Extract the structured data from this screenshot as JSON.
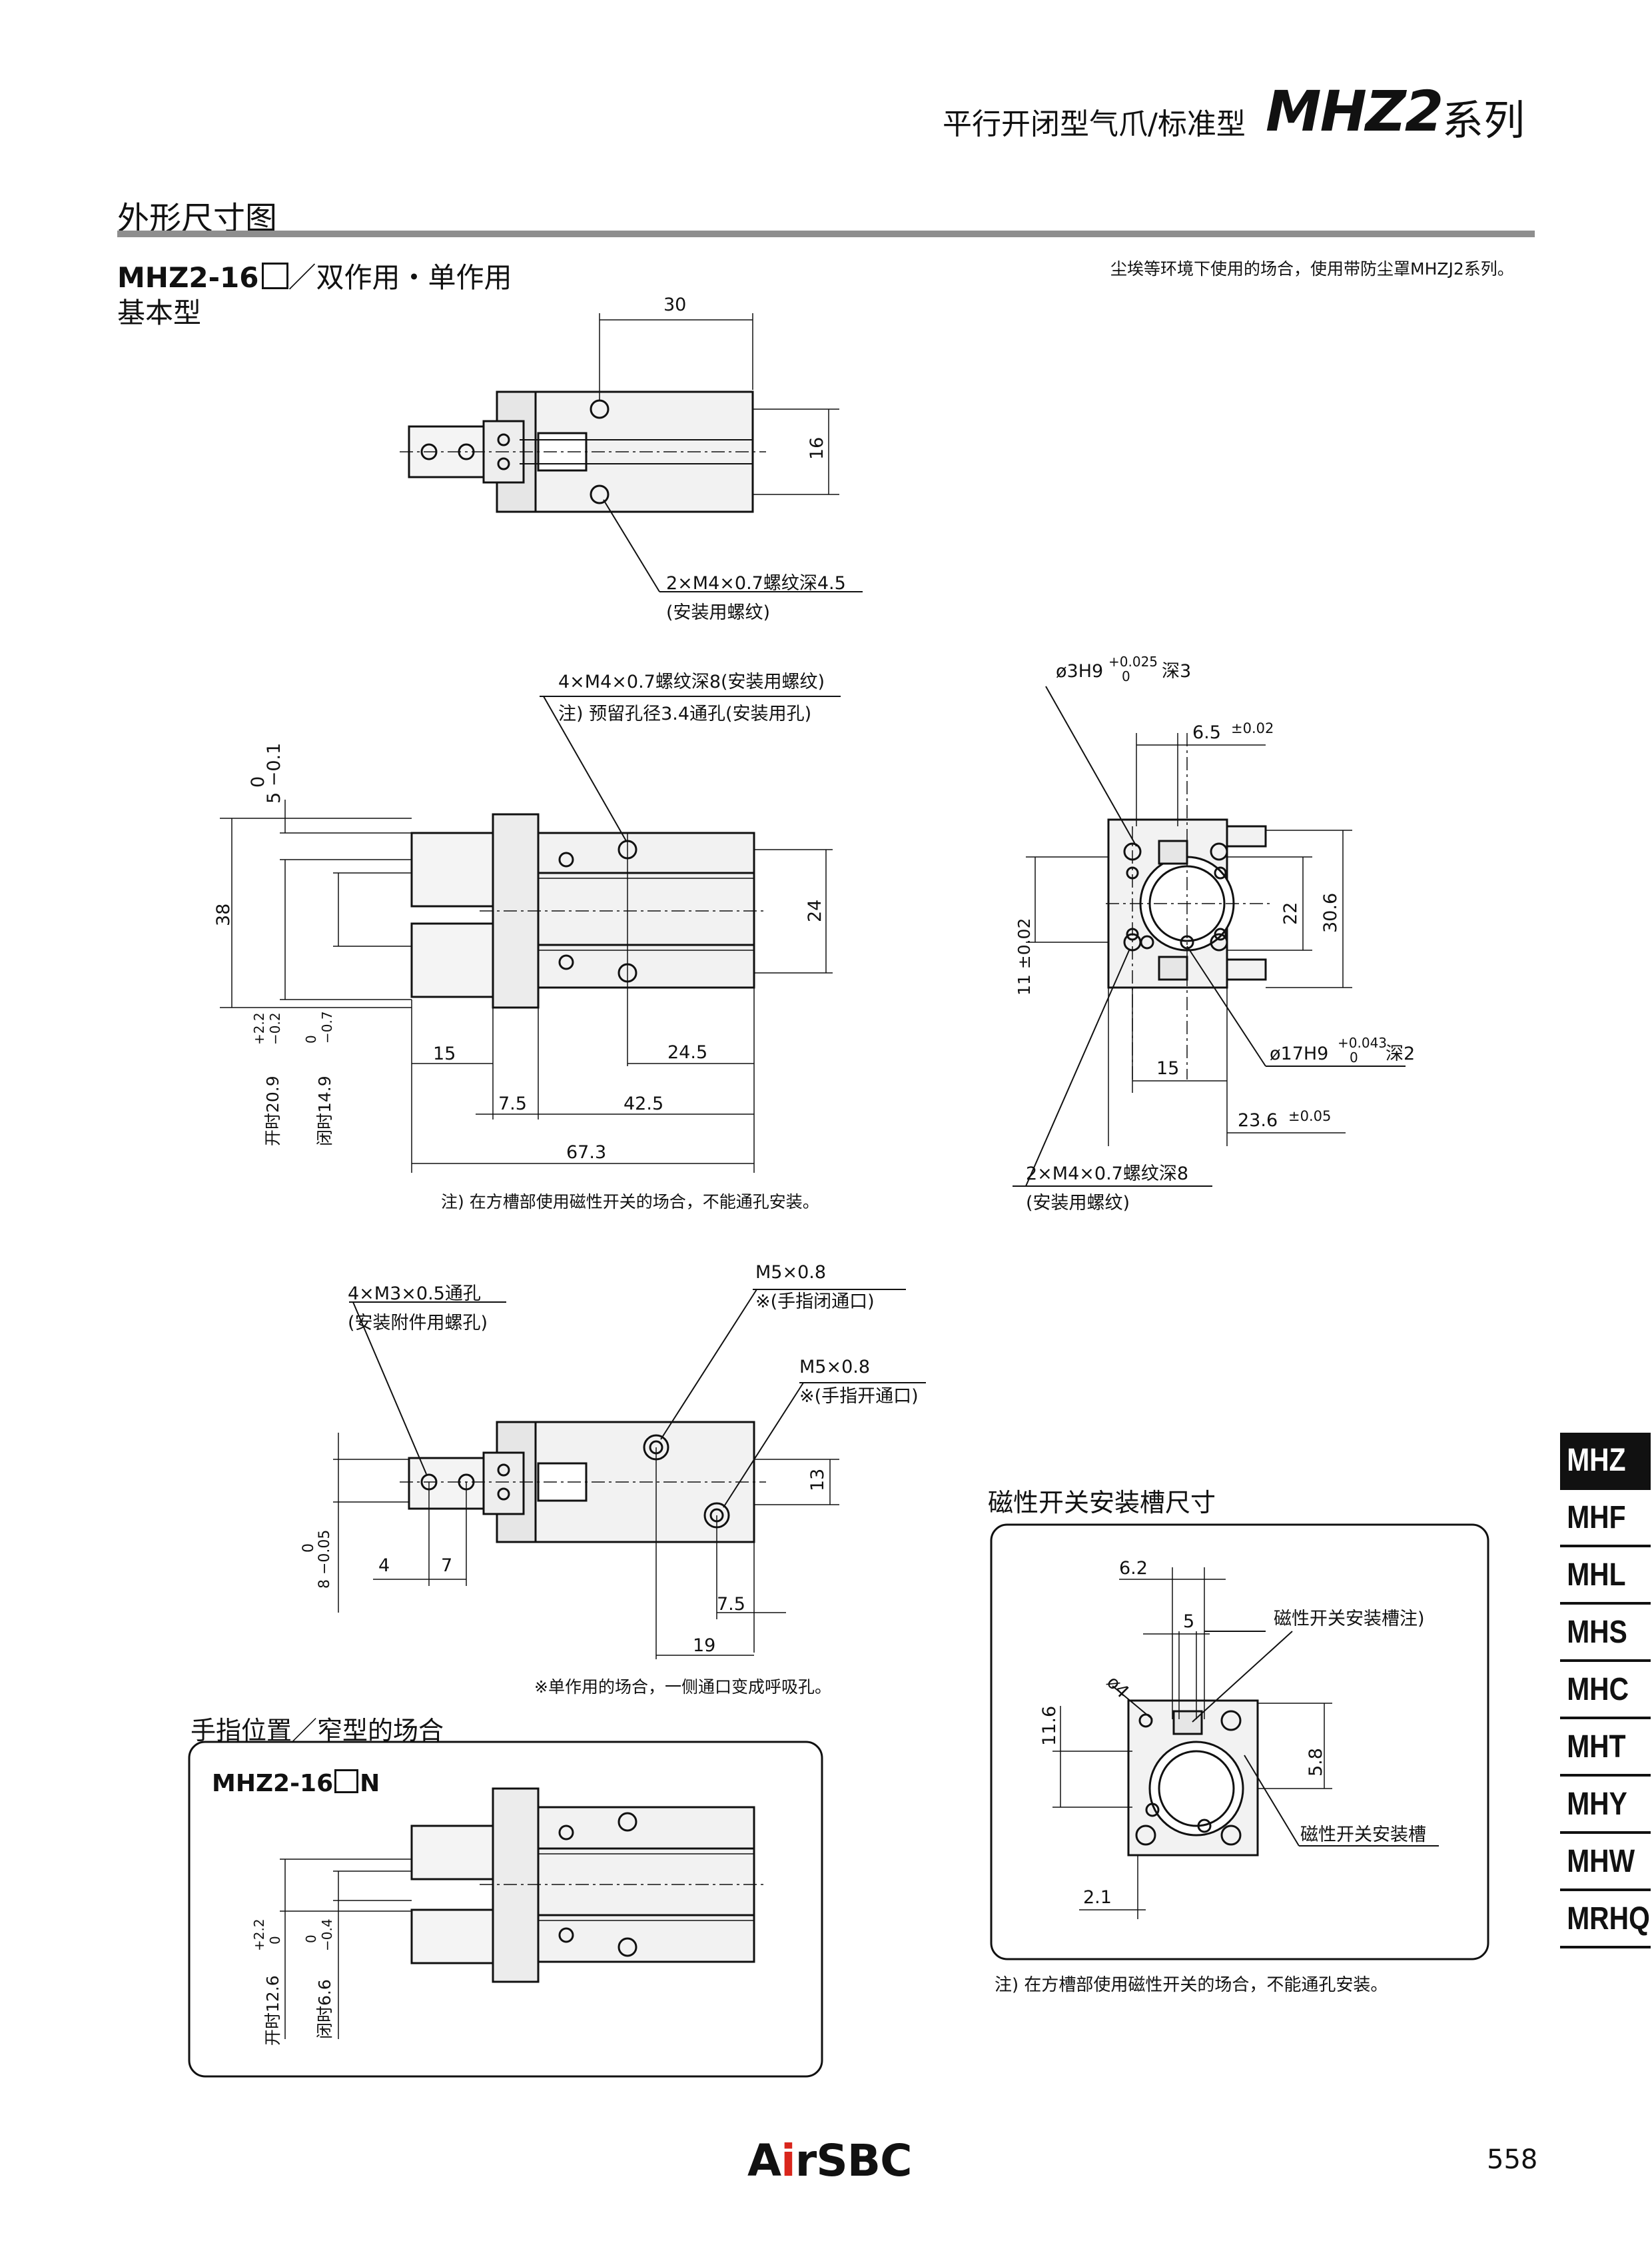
{
  "header": {
    "product_cn": "平行开闭型气爪/标准型",
    "model": "MHZ2",
    "series": "系列"
  },
  "section": {
    "title": "外形尺寸图"
  },
  "main_model": {
    "name": "MHZ2-16",
    "suffix": "／双作用・单作用",
    "subtype": "基本型"
  },
  "dust_note": "尘埃等环境下使用的场合，使用带防尘罩MHZJ2系列。",
  "top_view": {
    "dim_30": "30",
    "dim_16": "16",
    "callout_line1": "2×M4×0.7螺纹深4.5",
    "callout_line2": "(安装用螺纹)"
  },
  "front_view": {
    "callout_line1": "4×M4×0.7螺纹深8(安装用螺纹)",
    "callout_line2": "注) 预留孔径3.4通孔(安装用孔)",
    "tol_a": "0",
    "tol_b": "5 −0.1",
    "dim_38": "38",
    "dim_24": "24",
    "dim_15": "15",
    "dim_24_5": "24.5",
    "dim_7_5": "7.5",
    "dim_42_5": "42.5",
    "dim_67_3": "67.3",
    "open_label": "开时20.9",
    "open_tol_up": "+2.2",
    "open_tol_dn": "−0.2",
    "close_label": "闭时14.9",
    "close_tol_up": "0",
    "close_tol_dn": "−0.7",
    "note": "注) 在方槽部使用磁性开关的场合，不能通孔安装。"
  },
  "side_view": {
    "hole_spec": "ø3H9",
    "hole_tol_up": "+0.025",
    "hole_tol_dn": "0",
    "hole_depth": "深3",
    "dim_6_5": "6.5",
    "dim_6_5_tol": "±0.02",
    "dim_11": "11 ±0.02",
    "dim_22": "22",
    "dim_30_6": "30.6",
    "dim_15": "15",
    "bore_spec": "ø17H9",
    "bore_tol_up": "+0.043",
    "bore_tol_dn": "0",
    "bore_depth": "深2",
    "dim_23_6": "23.6",
    "dim_23_6_tol": "±0.05",
    "callout_line1": "2×M4×0.7螺纹深8",
    "callout_line2": "(安装用螺纹)"
  },
  "port_view": {
    "callout_a1": "4×M3×0.5通孔",
    "callout_a2": "(安装附件用螺孔)",
    "port1_spec": "M5×0.8",
    "port1_note": "※(手指闭通口)",
    "port2_spec": "M5×0.8",
    "port2_note": "※(手指开通口)",
    "dim_13": "13",
    "tol_8a": "0",
    "tol_8b": "8 −0.05",
    "dim_4": "4",
    "dim_7": "7",
    "dim_7_5": "7.5",
    "dim_19": "19",
    "note": "※单作用的场合，一侧通口变成呼吸孔。"
  },
  "switch_slot": {
    "title": "磁性开关安装槽尺寸",
    "dim_6_2": "6.2",
    "dim_5": "5",
    "dim_phi4": "ø4",
    "dim_11_6": "11.6",
    "dim_5_8": "5.8",
    "dim_2_1": "2.1",
    "label_slot_note": "磁性开关安装槽注)",
    "label_slot": "磁性开关安装槽",
    "note": "注) 在方槽部使用磁性开关的场合，不能通孔安装。"
  },
  "finger_narrow": {
    "title": "手指位置／窄型的场合",
    "model": "MHZ2-16",
    "model_suffix": "N",
    "open_label": "开时12.6",
    "open_tol_up": "+2.2",
    "open_tol_dn": "0",
    "close_label": "闭时6.6",
    "close_tol_up": "0",
    "close_tol_dn": "−0.4"
  },
  "tabs": [
    "MHZ",
    "MHF",
    "MHL",
    "MHS",
    "MHC",
    "MHT",
    "MHY",
    "MHW",
    "MRHQ"
  ],
  "active_tab": "MHZ",
  "footer": {
    "brand_a": "A",
    "brand_i": "i",
    "brand_rest": "rSBC",
    "page_number": "558"
  }
}
